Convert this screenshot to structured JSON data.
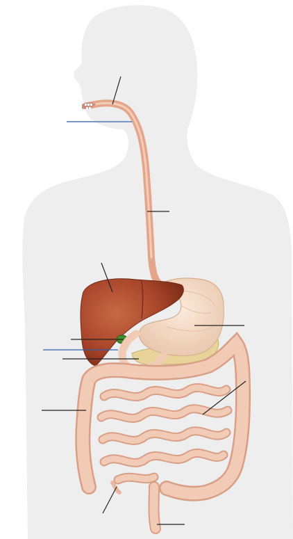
{
  "diagram": {
    "labels": [],
    "colors": {
      "background": "#ffffff",
      "body_silhouette": "#eeeeee",
      "body_glow": "#f7f7f7",
      "liver": "#a9452a",
      "liver_light": "#c8623f",
      "gallbladder": "#3f8f2a",
      "stomach": "#f1d9c4",
      "pancreas": "#e8d49a",
      "intestine": "#f2cbb6",
      "intestine_shadow": "#d99f86",
      "esophagus": "#e4a58a",
      "leader_line_black": "#222222",
      "leader_line_blue": "#2e5fa8"
    },
    "organs": [
      "esophagus",
      "liver",
      "gallbladder",
      "stomach",
      "pancreas",
      "small-intestine",
      "large-intestine",
      "appendix",
      "rectum",
      "mouth"
    ]
  }
}
